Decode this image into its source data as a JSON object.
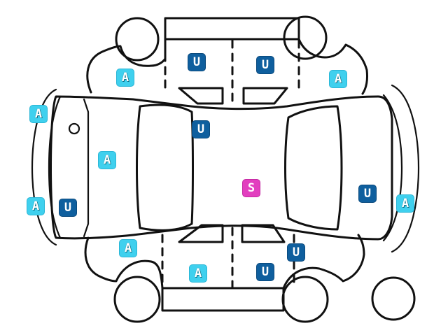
{
  "diagram": {
    "markers": [
      {
        "id": "m1",
        "code": "A",
        "color": "#3fd0ee"
      },
      {
        "id": "m2",
        "code": "U",
        "color": "#0f5f9e"
      },
      {
        "id": "m3",
        "code": "U",
        "color": "#0f5f9e"
      },
      {
        "id": "m4",
        "code": "A",
        "color": "#3fd0ee"
      },
      {
        "id": "m5",
        "code": "A",
        "color": "#3fd0ee"
      },
      {
        "id": "m6",
        "code": "U",
        "color": "#0f5f9e"
      },
      {
        "id": "m7",
        "code": "A",
        "color": "#3fd0ee"
      },
      {
        "id": "m8",
        "code": "S",
        "color": "#e23fbf"
      },
      {
        "id": "m9",
        "code": "U",
        "color": "#0f5f9e"
      },
      {
        "id": "m10",
        "code": "A",
        "color": "#3fd0ee"
      },
      {
        "id": "m11",
        "code": "A",
        "color": "#3fd0ee"
      },
      {
        "id": "m12",
        "code": "U",
        "color": "#0f5f9e"
      },
      {
        "id": "m13",
        "code": "A",
        "color": "#3fd0ee"
      },
      {
        "id": "m14",
        "code": "U",
        "color": "#0f5f9e"
      },
      {
        "id": "m15",
        "code": "A",
        "color": "#3fd0ee"
      },
      {
        "id": "m16",
        "code": "U",
        "color": "#0f5f9e"
      }
    ]
  }
}
